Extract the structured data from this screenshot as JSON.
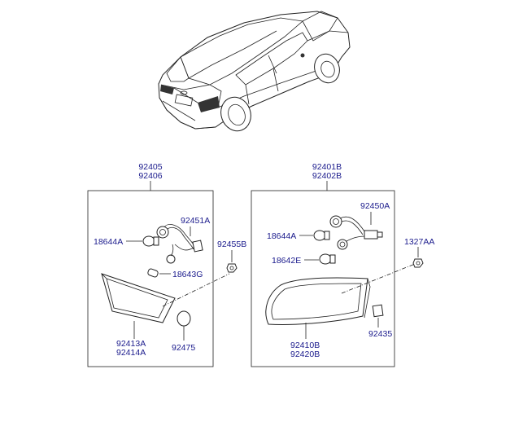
{
  "groups": [
    {
      "codes": [
        "92405",
        "92406"
      ]
    },
    {
      "codes": [
        "92401B",
        "92402B"
      ]
    }
  ],
  "labels": {
    "p92451A": "92451A",
    "p18644A_left": "18644A",
    "p92455B": "92455B",
    "p18643G": "18643G",
    "p92413A": "92413A",
    "p92414A": "92414A",
    "p92475": "92475",
    "p92450A": "92450A",
    "p18644A_right": "18644A",
    "p1327AA": "1327AA",
    "p18642E": "18642E",
    "p92410B": "92410B",
    "p92420B": "92420B",
    "p92435": "92435"
  }
}
